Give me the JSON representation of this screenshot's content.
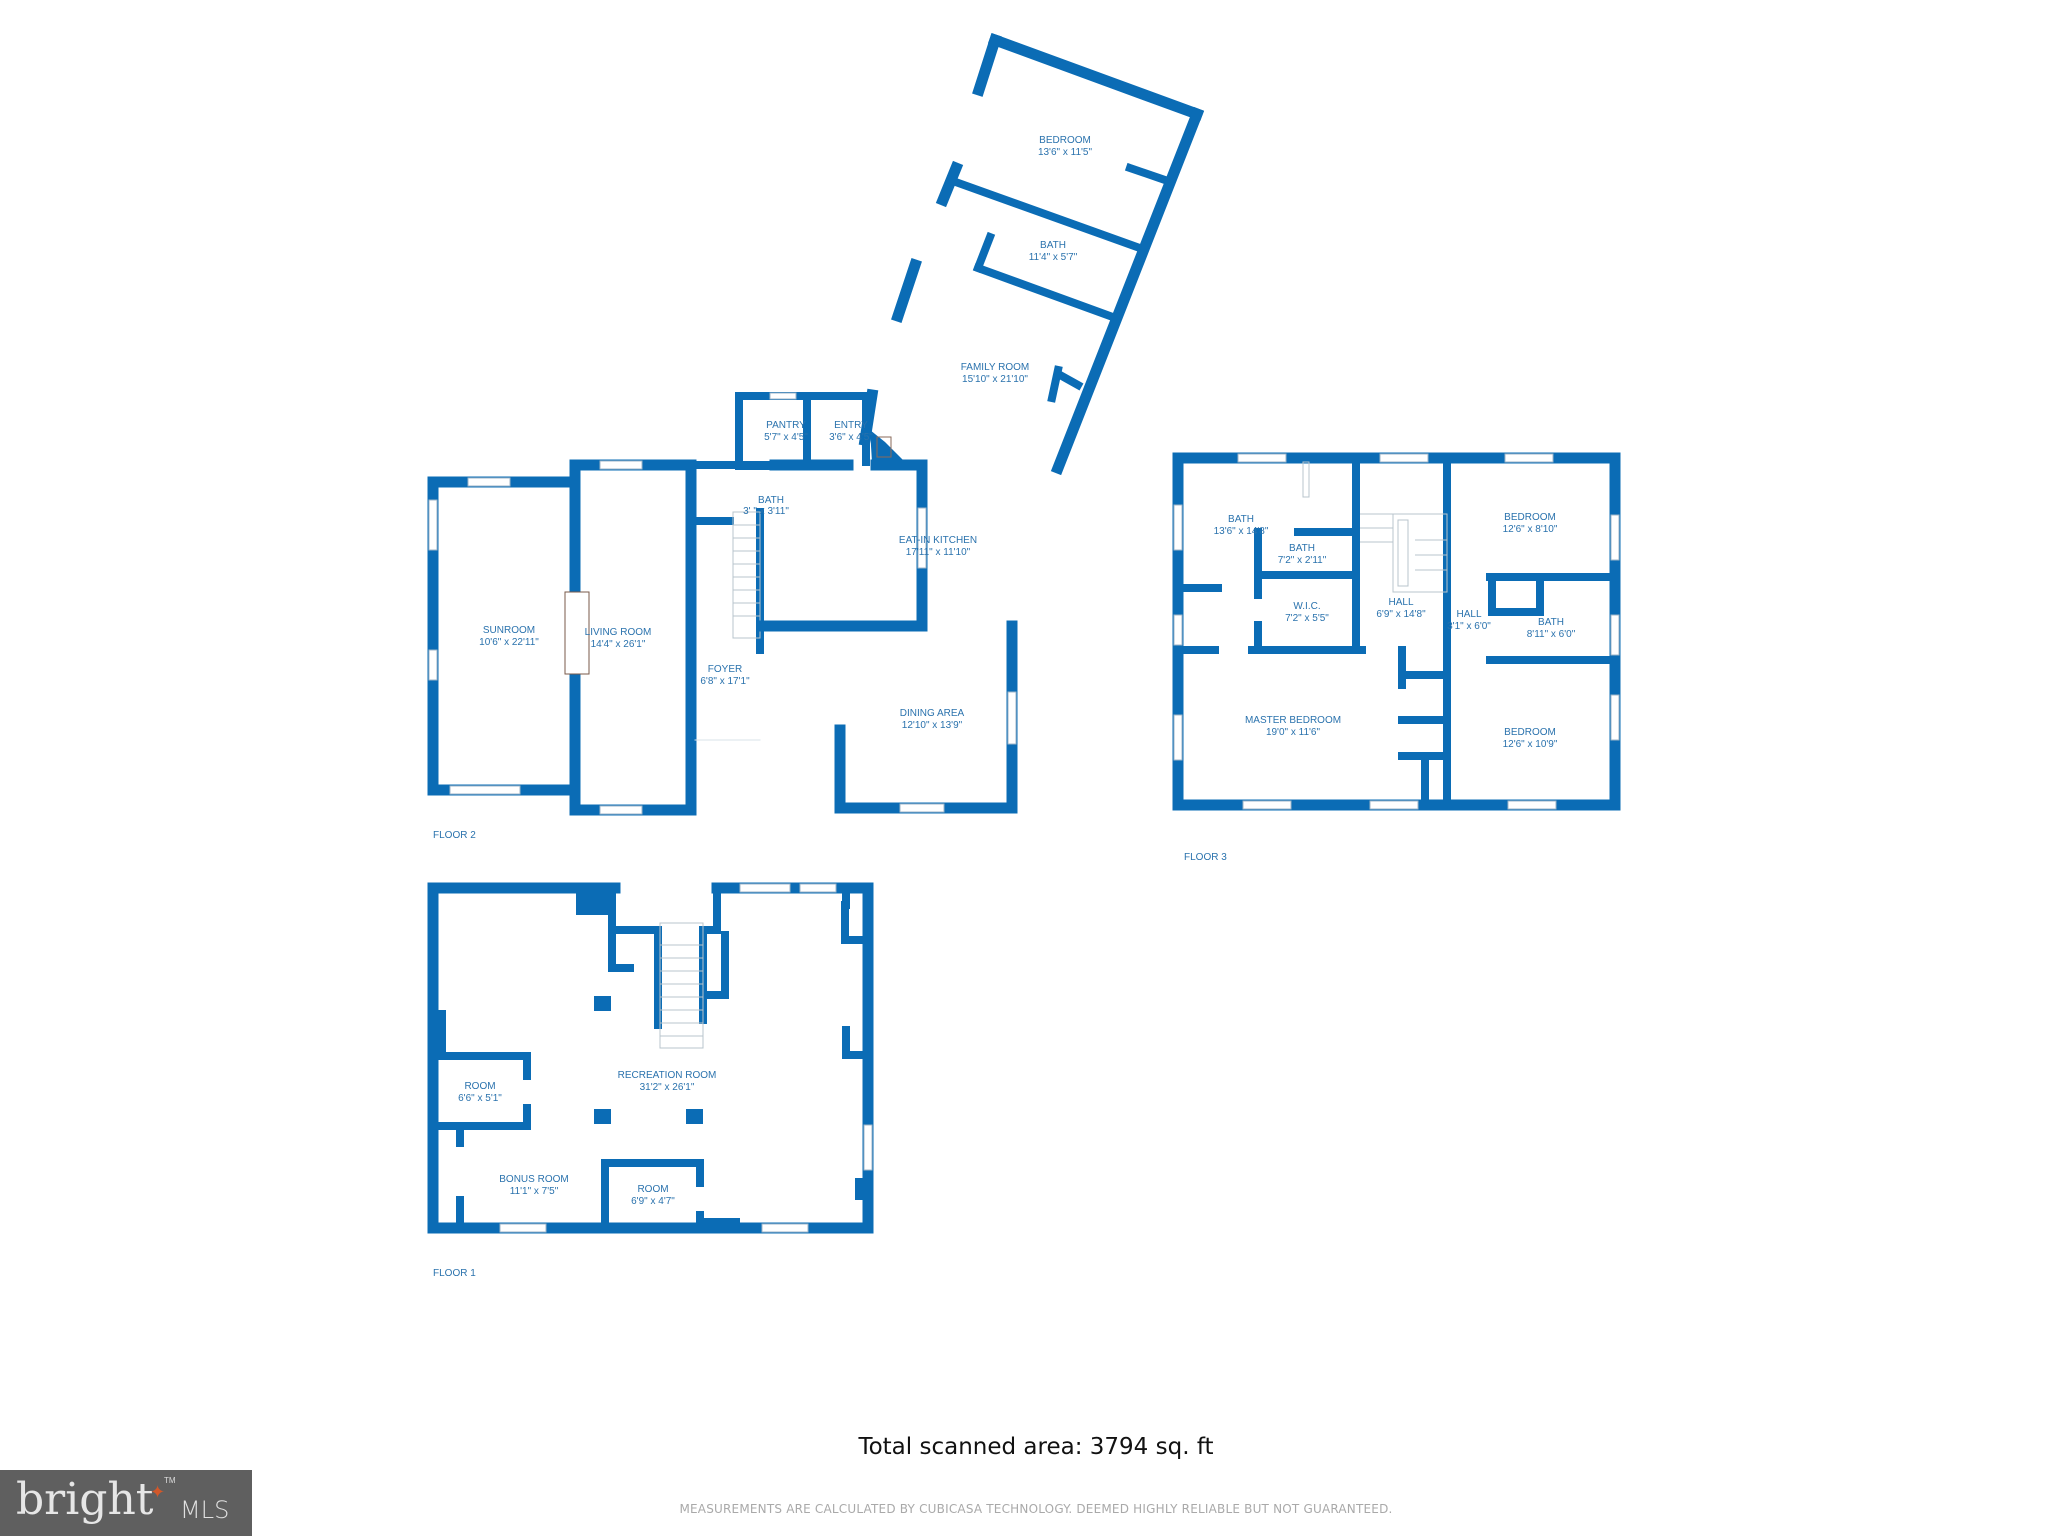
{
  "floors": {
    "floor2": {
      "label": "FLOOR 2",
      "rooms": [
        {
          "name": "BEDROOM",
          "dims": "13'6\" x 11'5\""
        },
        {
          "name": "BATH",
          "dims": "11'4\" x 5'7\""
        },
        {
          "name": "FAMILY ROOM",
          "dims": "15'10\" x 21'10\""
        },
        {
          "name": "PANTRY",
          "dims": "5'7\" x 4'5\""
        },
        {
          "name": "ENTRY",
          "dims": "3'6\" x 4'5\""
        },
        {
          "name": "BATH",
          "dims": "3'  \" x 3'11\""
        },
        {
          "name": "EAT-IN KITCHEN",
          "dims": "17'11\" x 11'10\""
        },
        {
          "name": "SUNROOM",
          "dims": "10'6\" x 22'11\""
        },
        {
          "name": "LIVING ROOM",
          "dims": "14'4\" x 26'1\""
        },
        {
          "name": "FOYER",
          "dims": "6'8\" x 17'1\""
        },
        {
          "name": "DINING AREA",
          "dims": "12'10\" x 13'9\""
        }
      ]
    },
    "floor3": {
      "label": "FLOOR 3",
      "rooms": [
        {
          "name": "BATH",
          "dims": "13'6\" x 14'8\""
        },
        {
          "name": "BATH",
          "dims": "7'2\" x 2'11\""
        },
        {
          "name": "W.I.C.",
          "dims": "7'2\" x 5'5\""
        },
        {
          "name": "HALL",
          "dims": "6'9\" x 14'8\""
        },
        {
          "name": "HALL",
          "dims": "3'1\" x 6'0\""
        },
        {
          "name": "BEDROOM",
          "dims": "12'6\" x 8'10\""
        },
        {
          "name": "BATH",
          "dims": "8'11\" x 6'0\""
        },
        {
          "name": "MASTER BEDROOM",
          "dims": "19'0\" x 11'6\""
        },
        {
          "name": "BEDROOM",
          "dims": "12'6\" x 10'9\""
        }
      ]
    },
    "floor1": {
      "label": "FLOOR 1",
      "rooms": [
        {
          "name": "ROOM",
          "dims": "6'6\" x 5'1\""
        },
        {
          "name": "RECREATION ROOM",
          "dims": "31'2\" x 26'1\""
        },
        {
          "name": "BONUS ROOM",
          "dims": "11'1\" x 7'5\""
        },
        {
          "name": "ROOM",
          "dims": "6'9\" x 4'7\""
        }
      ]
    }
  },
  "total_area": "Total scanned area: 3794 sq. ft",
  "disclaimer": "MEASUREMENTS ARE CALCULATED BY CUBICASA TECHNOLOGY. DEEMED HIGHLY RELIABLE BUT NOT GUARANTEED.",
  "logo": {
    "word": "bright",
    "suffix": "MLS",
    "tm": "TM"
  },
  "colors": {
    "wall": "#0b6cb5",
    "label": "#2a72ad",
    "logo_bg": "#5f5f5f",
    "logo_accent": "#d2582a"
  }
}
